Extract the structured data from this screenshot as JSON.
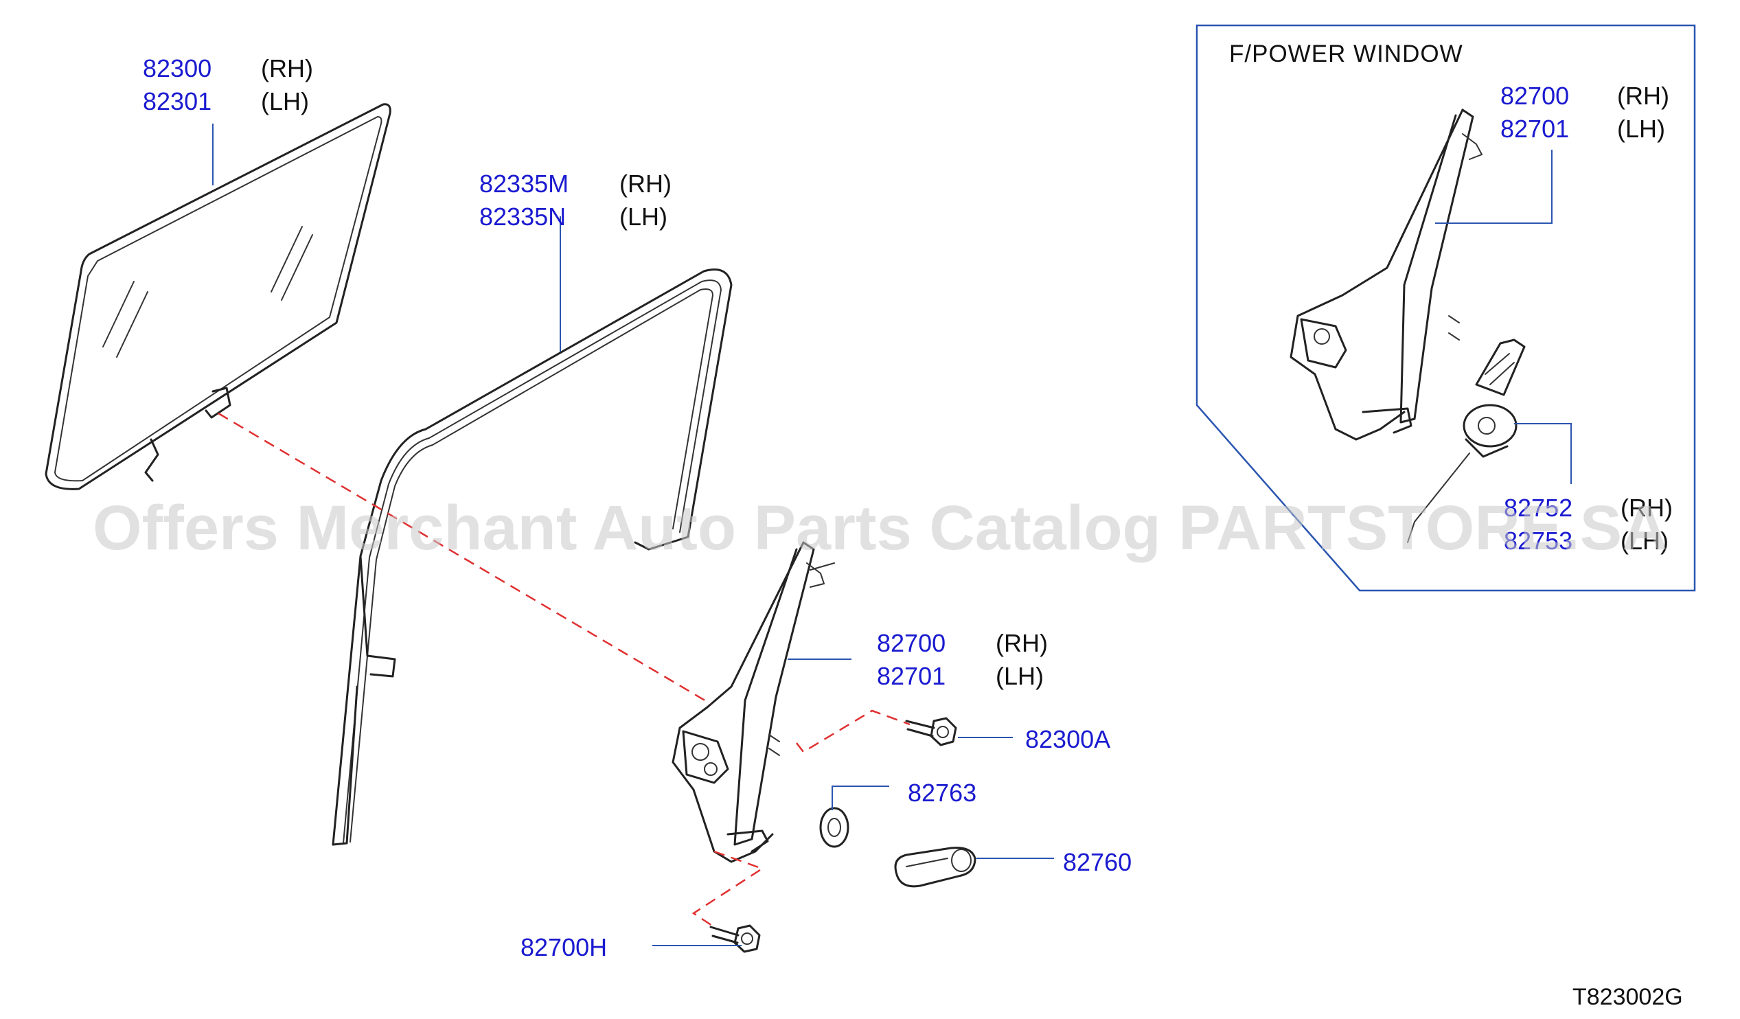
{
  "inset": {
    "title": "F/POWER  WINDOW",
    "regulator_rh": "82700",
    "regulator_rh_side": "(RH)",
    "regulator_lh": "82701",
    "regulator_lh_side": "(LH)",
    "motor_rh": "82752",
    "motor_rh_side": "(RH)",
    "motor_lh": "82753",
    "motor_lh_side": "(LH)"
  },
  "callouts": {
    "glass_rh": "82300",
    "glass_rh_side": "(RH)",
    "glass_lh": "82301",
    "glass_lh_side": "(LH)",
    "sash_rh": "82335M",
    "sash_rh_side": "(RH)",
    "sash_lh": "82335N",
    "sash_lh_side": "(LH)",
    "regulator_rh": "82700",
    "regulator_rh_side": "(RH)",
    "regulator_lh": "82701",
    "regulator_lh_side": "(LH)",
    "bolt_glass": "82300A",
    "escutcheon": "82763",
    "handle": "82760",
    "bolt_regulator": "82700H"
  },
  "diagram_code": "T823002G",
  "watermark": "Offers Merchant Auto Parts Catalog PARTSTORE.SA",
  "colors": {
    "part_number": "#1a1ad0",
    "leader_line": "#2a55b0",
    "dashed_link": "#e03030",
    "line_art": "#222222"
  }
}
